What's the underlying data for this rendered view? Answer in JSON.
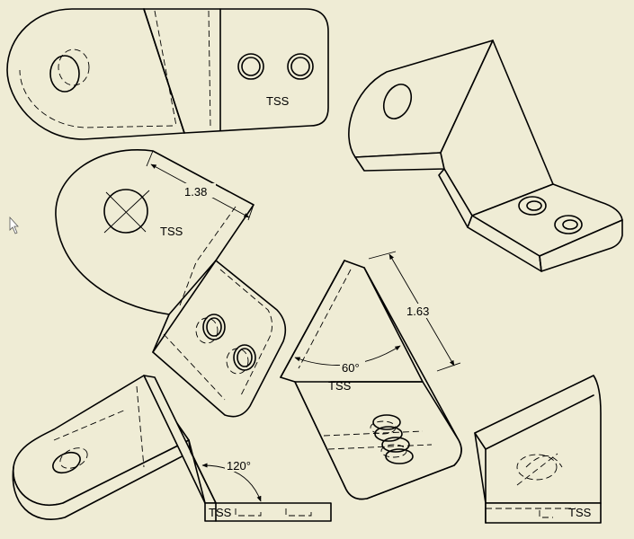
{
  "labels": {
    "tss_top_view": "TSS",
    "tss_flat": "TSS",
    "tss_v_part": "TSS",
    "tss_side_view": "TSS",
    "tss_section": "TSS",
    "dim_138": "1.38",
    "dim_163": "1.63",
    "dim_60": "60°",
    "dim_120": "120°"
  },
  "colors": {
    "background": "#efecd5",
    "line": "#000000"
  },
  "icons": {
    "pointer": "mouse-pointer-icon"
  }
}
